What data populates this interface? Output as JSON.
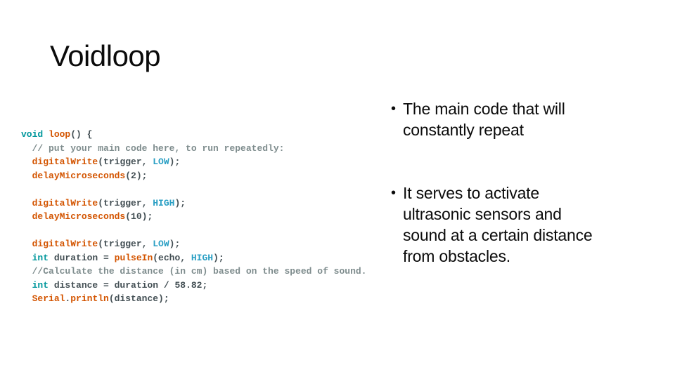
{
  "slide": {
    "title": "Voidloop",
    "background_color": "#ffffff",
    "text_color": "#0b0b0b"
  },
  "code_block": {
    "language": "arduino-sketch",
    "colors": {
      "plain": "#434f54",
      "keyword": "#00979c",
      "function": "#d35400",
      "constant": "#2a9fc4",
      "comment": "#7e8c8d"
    },
    "lines": [
      [
        {
          "t": "void",
          "c": "keyword"
        },
        {
          "t": " ",
          "c": "plain"
        },
        {
          "t": "loop",
          "c": "function"
        },
        {
          "t": "() {",
          "c": "plain"
        }
      ],
      [
        {
          "t": "  // put your main code here, to run repeatedly:",
          "c": "comment"
        }
      ],
      [
        {
          "t": "  ",
          "c": "plain"
        },
        {
          "t": "digitalWrite",
          "c": "function"
        },
        {
          "t": "(trigger, ",
          "c": "plain"
        },
        {
          "t": "LOW",
          "c": "constant"
        },
        {
          "t": ");",
          "c": "plain"
        }
      ],
      [
        {
          "t": "  ",
          "c": "plain"
        },
        {
          "t": "delayMicroseconds",
          "c": "function"
        },
        {
          "t": "(2);",
          "c": "plain"
        }
      ],
      [],
      [
        {
          "t": "  ",
          "c": "plain"
        },
        {
          "t": "digitalWrite",
          "c": "function"
        },
        {
          "t": "(trigger, ",
          "c": "plain"
        },
        {
          "t": "HIGH",
          "c": "constant"
        },
        {
          "t": ");",
          "c": "plain"
        }
      ],
      [
        {
          "t": "  ",
          "c": "plain"
        },
        {
          "t": "delayMicroseconds",
          "c": "function"
        },
        {
          "t": "(10);",
          "c": "plain"
        }
      ],
      [],
      [
        {
          "t": "  ",
          "c": "plain"
        },
        {
          "t": "digitalWrite",
          "c": "function"
        },
        {
          "t": "(trigger, ",
          "c": "plain"
        },
        {
          "t": "LOW",
          "c": "constant"
        },
        {
          "t": ");",
          "c": "plain"
        }
      ],
      [
        {
          "t": "  ",
          "c": "plain"
        },
        {
          "t": "int",
          "c": "keyword"
        },
        {
          "t": " duration = ",
          "c": "plain"
        },
        {
          "t": "pulseIn",
          "c": "function"
        },
        {
          "t": "(echo, ",
          "c": "plain"
        },
        {
          "t": "HIGH",
          "c": "constant"
        },
        {
          "t": ");",
          "c": "plain"
        }
      ],
      [
        {
          "t": "  //Calculate the distance (in cm) based on the speed of sound.",
          "c": "comment"
        }
      ],
      [
        {
          "t": "  ",
          "c": "plain"
        },
        {
          "t": "int",
          "c": "keyword"
        },
        {
          "t": " distance = duration / 58.82;",
          "c": "plain"
        }
      ],
      [
        {
          "t": "  ",
          "c": "plain"
        },
        {
          "t": "Serial",
          "c": "function"
        },
        {
          "t": ".",
          "c": "plain"
        },
        {
          "t": "println",
          "c": "function"
        },
        {
          "t": "(distance);",
          "c": "plain"
        }
      ]
    ]
  },
  "bullets": [
    {
      "marker": "•",
      "lines": [
        "The main code that will",
        "constantly repeat"
      ]
    },
    {
      "marker": "•",
      "lines": [
        "It serves to activate",
        "ultrasonic sensors and",
        "sound at a certain distance",
        "from obstacles."
      ]
    }
  ]
}
